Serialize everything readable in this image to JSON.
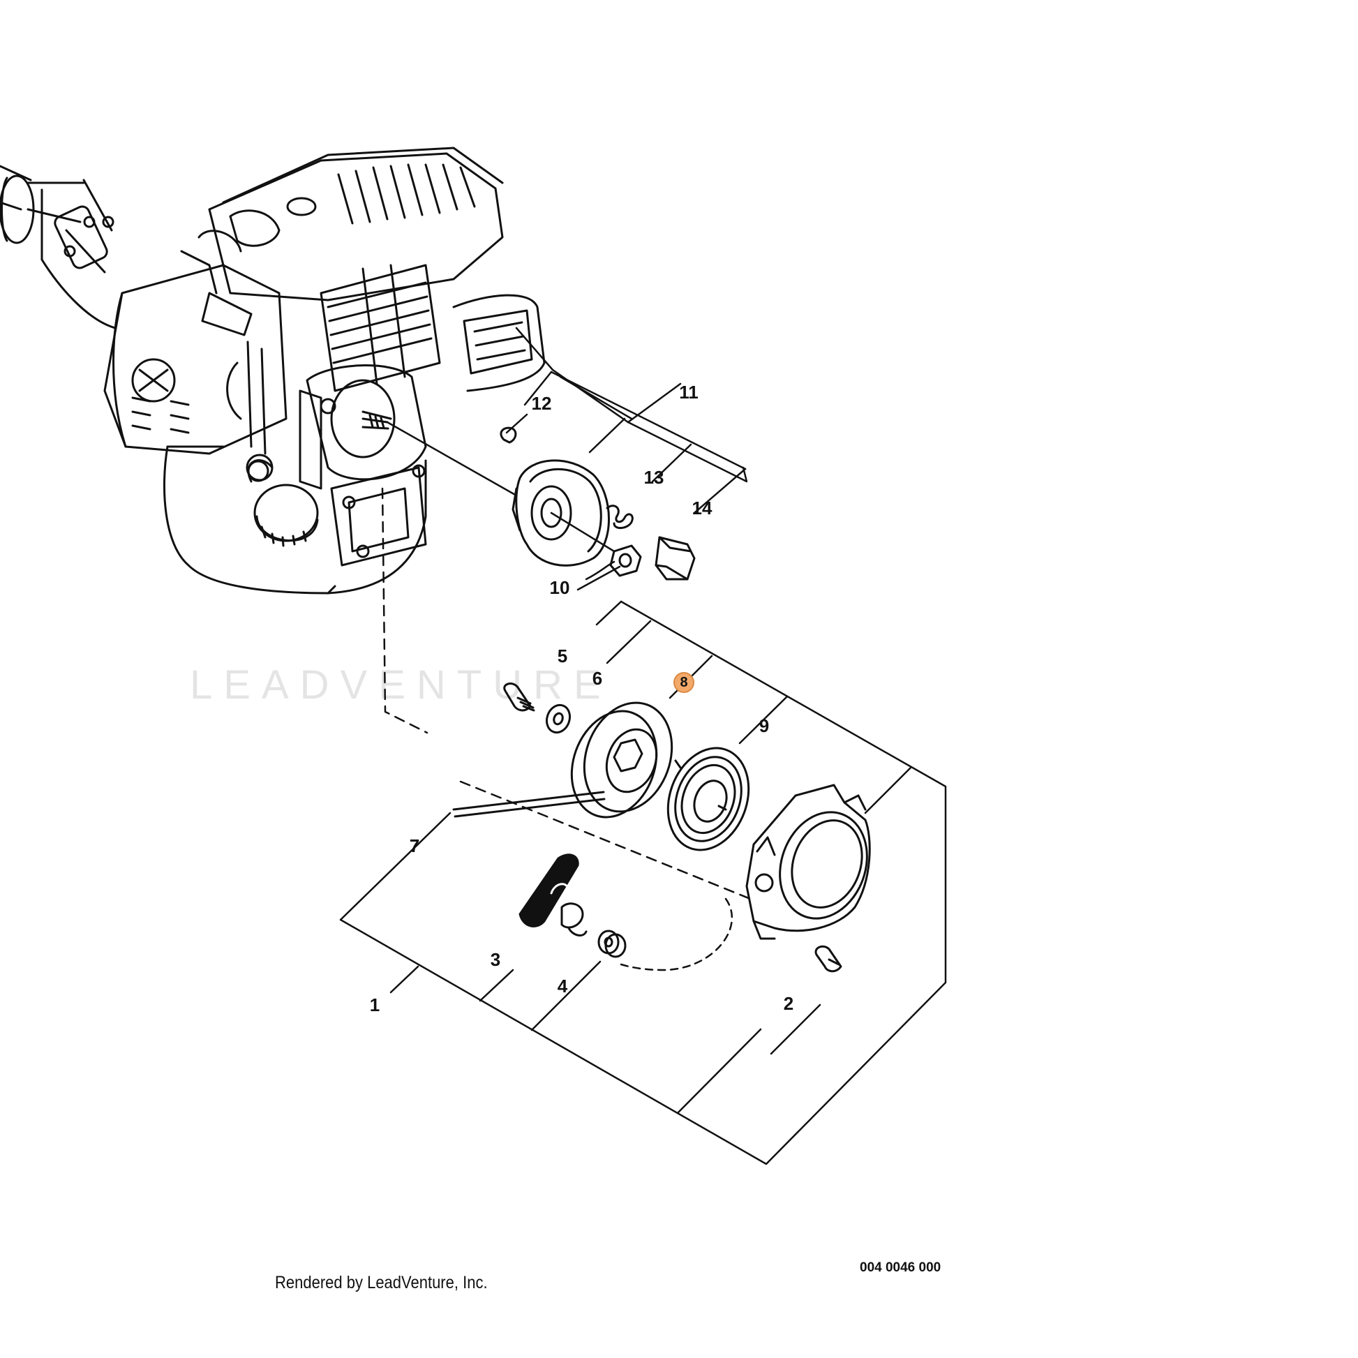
{
  "diagram": {
    "callouts": [
      {
        "id": "1",
        "label": "1"
      },
      {
        "id": "2",
        "label": "2"
      },
      {
        "id": "3",
        "label": "3"
      },
      {
        "id": "4",
        "label": "4"
      },
      {
        "id": "5",
        "label": "5"
      },
      {
        "id": "6",
        "label": "6"
      },
      {
        "id": "7",
        "label": "7"
      },
      {
        "id": "8",
        "label": "8",
        "highlighted": true
      },
      {
        "id": "9",
        "label": "9"
      },
      {
        "id": "10",
        "label": "10"
      },
      {
        "id": "11",
        "label": "11"
      },
      {
        "id": "12",
        "label": "12"
      },
      {
        "id": "13",
        "label": "13"
      },
      {
        "id": "14",
        "label": "14"
      }
    ],
    "diagram_code": "004 0046 000",
    "credit": "Rendered by LeadVenture, Inc.",
    "watermark": "LEADVENTURE",
    "highlight_color": "#f2a96a"
  }
}
